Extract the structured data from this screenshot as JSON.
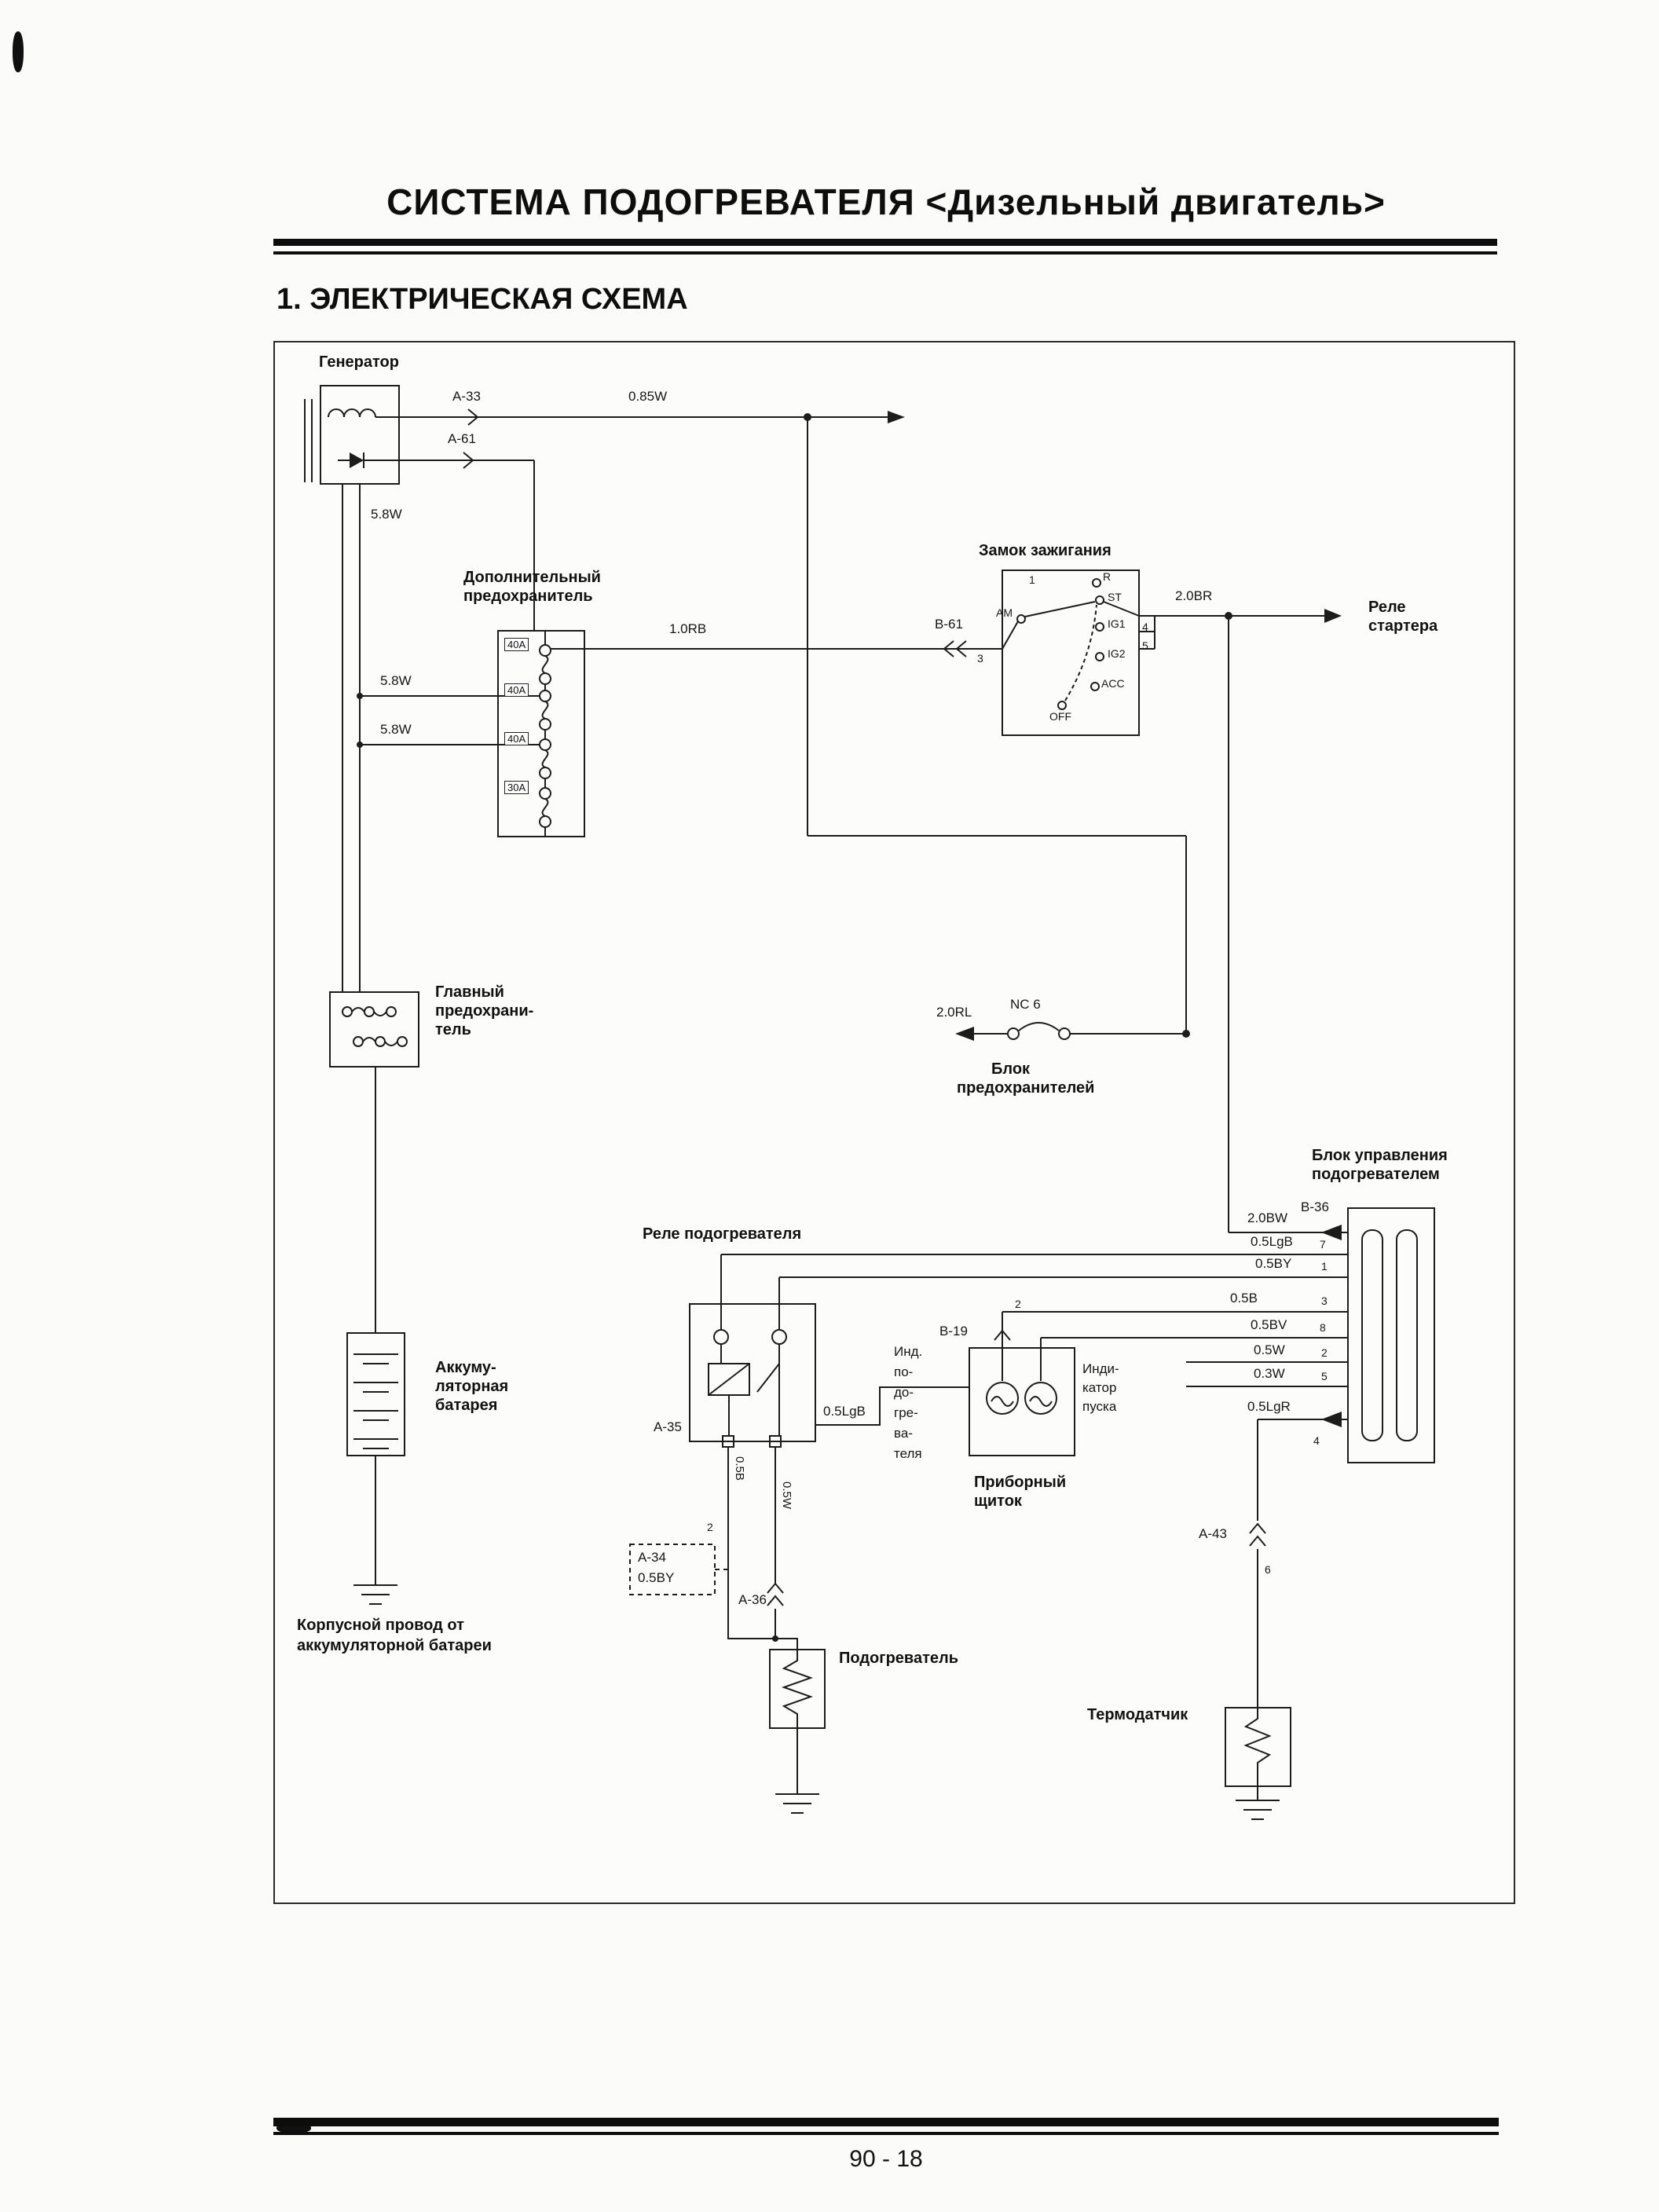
{
  "page": {
    "title": "СИСТЕМА ПОДОГРЕВАТЕЛЯ <Дизельный двигатель>",
    "section": "1. ЭЛЕКТРИЧЕСКАЯ СХЕМА",
    "page_number": "90 - 18"
  },
  "components": {
    "generator": "Генератор",
    "aux_fuse": [
      "Дополнительный",
      "предохранитель"
    ],
    "ignition": "Замок зажигания",
    "starter_relay": [
      "Реле",
      "стартера"
    ],
    "main_fuse": [
      "Главный",
      "предохрани-",
      "тель"
    ],
    "fuse_block": [
      "Блок",
      "предохранителей"
    ],
    "heater_control": [
      "Блок управления",
      "подогревателем"
    ],
    "heater_relay": "Реле подогревателя",
    "battery": [
      "Аккуму-",
      "ляторная",
      "батарея"
    ],
    "heater_indicator": [
      "Инд.",
      "по-",
      "до-",
      "гре-",
      "ва-",
      "теля"
    ],
    "start_indicator": [
      "Инди-",
      "катор",
      "пуска"
    ],
    "instrument_panel": [
      "Приборный",
      "щиток"
    ],
    "heater": "Подогреватель",
    "thermal_sensor": "Термодатчик",
    "body_ground": [
      "Корпусной провод от",
      "аккумуляторной батареи"
    ]
  },
  "fuses": [
    "40A",
    "40A",
    "40A",
    "30A"
  ],
  "ignition_switch": {
    "am": "AM",
    "r": "R",
    "st": "ST",
    "ig1": "IG1",
    "ig2": "IG2",
    "acc": "ACC",
    "off": "OFF"
  },
  "wire_labels": {
    "a33": "A-33",
    "w085": "0.85W",
    "a61": "A-61",
    "w58": "5.8W",
    "rb10": "1.0RB",
    "b61": "B-61",
    "br20": "2.0BR",
    "rl20": "2.0RL",
    "nc6": "NC 6",
    "bw20": "2.0BW",
    "lgb05": "0.5LgB",
    "by05": "0.5BY",
    "b05": "0.5B",
    "bv05": "0.5BV",
    "w05": "0.5W",
    "w03": "0.3W",
    "lgr05": "0.5LgR",
    "a35": "A-35",
    "a34": "A-34",
    "a36": "A-36",
    "a43": "A-43",
    "b36": "B-36",
    "b19": "B-19"
  },
  "pins": {
    "n1": "1",
    "n2": "2",
    "n3": "3",
    "n4": "4",
    "n5": "5",
    "n6": "6",
    "n7": "7",
    "n8": "8"
  }
}
